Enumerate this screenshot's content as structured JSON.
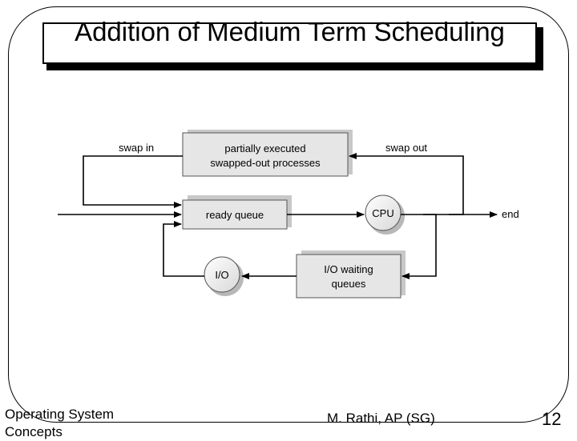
{
  "slide": {
    "title": "Addition of Medium Term Scheduling",
    "footer_left": "Operating System Concepts",
    "footer_mid": "M. Rathi,  AP (SG)",
    "page_number": "12"
  },
  "diagram": {
    "swapped_box": [
      "partially executed",
      "swapped-out processes"
    ],
    "ready_queue": "ready queue",
    "cpu": "CPU",
    "io": "I/O",
    "io_waiting": [
      "I/O waiting",
      "queues"
    ],
    "swap_in": "swap in",
    "swap_out": "swap out",
    "end": "end"
  }
}
